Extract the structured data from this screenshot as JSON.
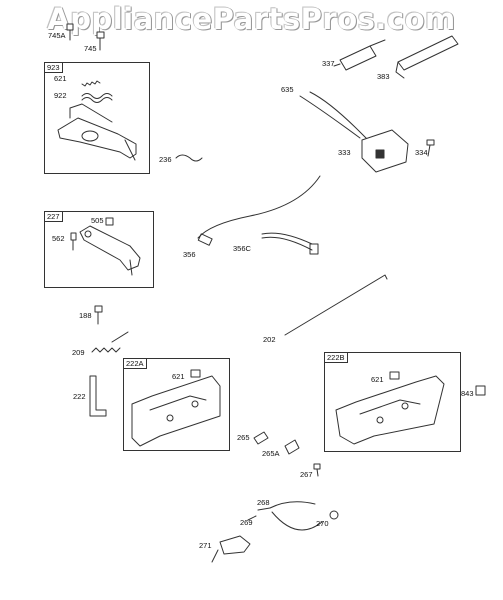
{
  "watermark": "AppliancePartsPros.com",
  "boxes": {
    "b923": "923",
    "b227": "227",
    "b222A": "222A",
    "b222B": "222B"
  },
  "labels": {
    "p745A": "745A",
    "p745": "745",
    "p621a": "621",
    "p922": "922",
    "p236": "236",
    "p505": "505",
    "p562": "562",
    "p337": "337",
    "p383": "383",
    "p635": "635",
    "p333": "333",
    "p334": "334",
    "p356": "356",
    "p356C": "356C",
    "p188": "188",
    "p209": "209",
    "p202": "202",
    "p222": "222",
    "p621b": "621",
    "p621c": "621",
    "p843": "843",
    "p265": "265",
    "p265A": "265A",
    "p267": "267",
    "p268": "268",
    "p269": "269",
    "p270": "270",
    "p271": "271"
  }
}
